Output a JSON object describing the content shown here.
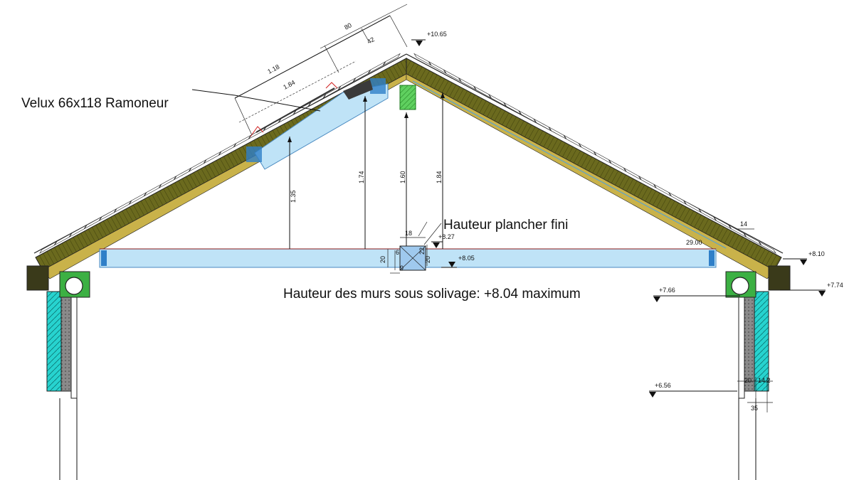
{
  "labels": {
    "velux": "Velux 66x118 Ramoneur",
    "floor": "Hauteur plancher fini",
    "walls": "Hauteur des murs sous solivage: +8.04 maximum"
  },
  "levels": {
    "ridge": "+10.65",
    "floor": "+8.27",
    "slab": "+8.05",
    "eave_right": "+8.10",
    "gutter_right": "+7.74",
    "under_right": "+7.66",
    "low_right": "+6.56"
  },
  "dimensions": {
    "top_total": "80",
    "top_a": "42",
    "window_len": "1.18",
    "window_inner": "1.84",
    "h1": "1.35",
    "h2": "1.74",
    "h3": "1.60",
    "h4": "1.84",
    "beam_w": "18",
    "beam_h": "20",
    "beam_h2": "22",
    "beam_h3": "20",
    "beam_small": "6",
    "beam_small2": "9",
    "right_overhang": "14",
    "right_angle": "29.00",
    "wall_20": "20",
    "wall_142": "14.2",
    "wall_35": "35"
  }
}
